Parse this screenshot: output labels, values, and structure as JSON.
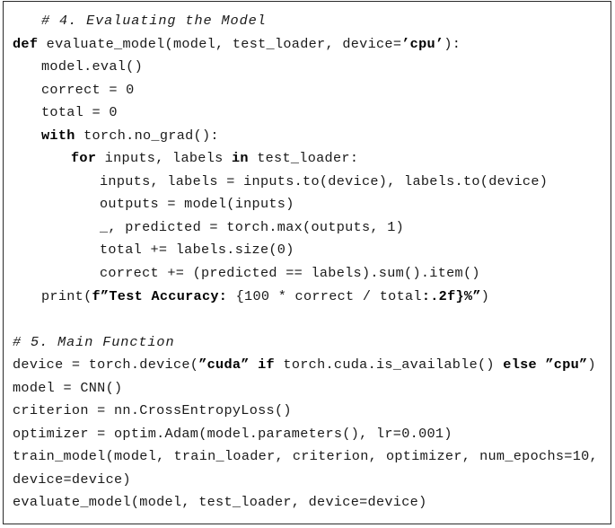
{
  "figure": {
    "kind": "code-listing",
    "language": "Python",
    "border_color": "#2b2b2b",
    "background_color": "#ffffff",
    "text_color": "#1a1a1a"
  },
  "code": {
    "lines": [
      {
        "id": "line-1",
        "indent": 1,
        "type": "comment",
        "text": "# 4. Evaluating the Model",
        "tokens": [
          {
            "style": "cmt",
            "text": "# 4. Evaluating the Model"
          }
        ]
      },
      {
        "id": "line-2",
        "indent": 0,
        "type": "code",
        "text": "def evaluate_model(model, test_loader, device='cpu'):",
        "tokens": [
          {
            "style": "kw",
            "text": "def"
          },
          {
            "style": "plain",
            "text": " evaluate_model(model, test_loader, device="
          },
          {
            "style": "str",
            "text": "’cpu’"
          },
          {
            "style": "plain",
            "text": "):"
          }
        ]
      },
      {
        "id": "line-3",
        "indent": 1,
        "type": "code",
        "text": "model.eval()",
        "tokens": [
          {
            "style": "plain",
            "text": "model.eval()"
          }
        ]
      },
      {
        "id": "line-4",
        "indent": 1,
        "type": "code",
        "text": "correct = 0",
        "tokens": [
          {
            "style": "plain",
            "text": "correct = 0"
          }
        ]
      },
      {
        "id": "line-5",
        "indent": 1,
        "type": "code",
        "text": "total = 0",
        "tokens": [
          {
            "style": "plain",
            "text": "total = 0"
          }
        ]
      },
      {
        "id": "line-6",
        "indent": 1,
        "type": "code",
        "text": "with torch.no_grad():",
        "tokens": [
          {
            "style": "kw",
            "text": "with"
          },
          {
            "style": "plain",
            "text": " torch.no_grad():"
          }
        ]
      },
      {
        "id": "line-7",
        "indent": 2,
        "type": "code",
        "text": "for inputs, labels in test_loader:",
        "tokens": [
          {
            "style": "kw",
            "text": "for"
          },
          {
            "style": "plain",
            "text": " inputs, labels "
          },
          {
            "style": "kw",
            "text": "in"
          },
          {
            "style": "plain",
            "text": " test_loader:"
          }
        ]
      },
      {
        "id": "line-8",
        "indent": 3,
        "type": "code",
        "text": "inputs, labels = inputs.to(device), labels.to(device)",
        "tokens": [
          {
            "style": "plain",
            "text": "inputs, labels = inputs.to(device), labels.to(device)"
          }
        ]
      },
      {
        "id": "line-9",
        "indent": 3,
        "type": "code",
        "text": "outputs = model(inputs)",
        "tokens": [
          {
            "style": "plain",
            "text": "outputs = model(inputs)"
          }
        ]
      },
      {
        "id": "line-10",
        "indent": 3,
        "type": "code",
        "text": "_, predicted = torch.max(outputs, 1)",
        "tokens": [
          {
            "style": "plain",
            "text": "_, predicted = torch.max(outputs, 1)"
          }
        ]
      },
      {
        "id": "line-11",
        "indent": 3,
        "type": "code",
        "text": "total += labels.size(0)",
        "tokens": [
          {
            "style": "plain",
            "text": "total += labels.size(0)"
          }
        ]
      },
      {
        "id": "line-12",
        "indent": 3,
        "type": "code",
        "text": "correct += (predicted == labels).sum().item()",
        "tokens": [
          {
            "style": "plain",
            "text": "correct += (predicted == labels).sum().item()"
          }
        ]
      },
      {
        "id": "line-13",
        "indent": 1,
        "type": "code",
        "text": "print(f\"Test Accuracy: {100 * correct / total:.2f}%\")",
        "tokens": [
          {
            "style": "plain",
            "text": "print("
          },
          {
            "style": "str",
            "text": "f”Test Accuracy: "
          },
          {
            "style": "plain",
            "text": "{100 * correct / total"
          },
          {
            "style": "str",
            "text": ":.2f}%”"
          },
          {
            "style": "plain",
            "text": ")"
          }
        ]
      },
      {
        "id": "line-14",
        "indent": 0,
        "type": "blank",
        "text": "",
        "tokens": []
      },
      {
        "id": "line-15",
        "indent": 0,
        "type": "comment",
        "text": "# 5. Main Function",
        "tokens": [
          {
            "style": "cmt",
            "text": "# 5. Main Function"
          }
        ]
      },
      {
        "id": "line-16",
        "indent": 0,
        "type": "code",
        "text": "device = torch.device(\"cuda\" if torch.cuda.is_available() else \"cpu\")",
        "tokens": [
          {
            "style": "plain",
            "text": "device = torch.device("
          },
          {
            "style": "str",
            "text": "”cuda”"
          },
          {
            "style": "plain",
            "text": " "
          },
          {
            "style": "kw",
            "text": "if"
          },
          {
            "style": "plain",
            "text": " torch.cuda.is_available() "
          },
          {
            "style": "kw",
            "text": "else"
          },
          {
            "style": "plain",
            "text": " "
          },
          {
            "style": "str",
            "text": "”cpu”"
          },
          {
            "style": "plain",
            "text": ")"
          }
        ]
      },
      {
        "id": "line-17",
        "indent": 0,
        "type": "code",
        "text": "model = CNN()",
        "tokens": [
          {
            "style": "plain",
            "text": "model = CNN()"
          }
        ]
      },
      {
        "id": "line-18",
        "indent": 0,
        "type": "code",
        "text": "criterion = nn.CrossEntropyLoss()",
        "tokens": [
          {
            "style": "plain",
            "text": "criterion = nn.CrossEntropyLoss()"
          }
        ]
      },
      {
        "id": "line-19",
        "indent": 0,
        "type": "code",
        "text": "optimizer = optim.Adam(model.parameters(), lr=0.001)",
        "tokens": [
          {
            "style": "plain",
            "text": "optimizer = optim.Adam(model.parameters(), lr=0.001)"
          }
        ]
      },
      {
        "id": "line-20",
        "indent": 0,
        "type": "code-justified",
        "text": "train_model(model, train_loader, criterion, optimizer, num_epochs=10,",
        "segments": [
          "train_model(model,",
          "train_loader,",
          "criterion,",
          "optimizer,",
          "num_epochs=10,"
        ],
        "tokens": []
      },
      {
        "id": "line-21",
        "indent": 0,
        "type": "code",
        "text": "device=device)",
        "tokens": [
          {
            "style": "plain",
            "text": "device=device)"
          }
        ]
      },
      {
        "id": "line-22",
        "indent": 0,
        "type": "code",
        "text": "evaluate_model(model, test_loader, device=device)",
        "tokens": [
          {
            "style": "plain",
            "text": "evaluate_model(model, test_loader, device=device)"
          }
        ]
      }
    ]
  }
}
